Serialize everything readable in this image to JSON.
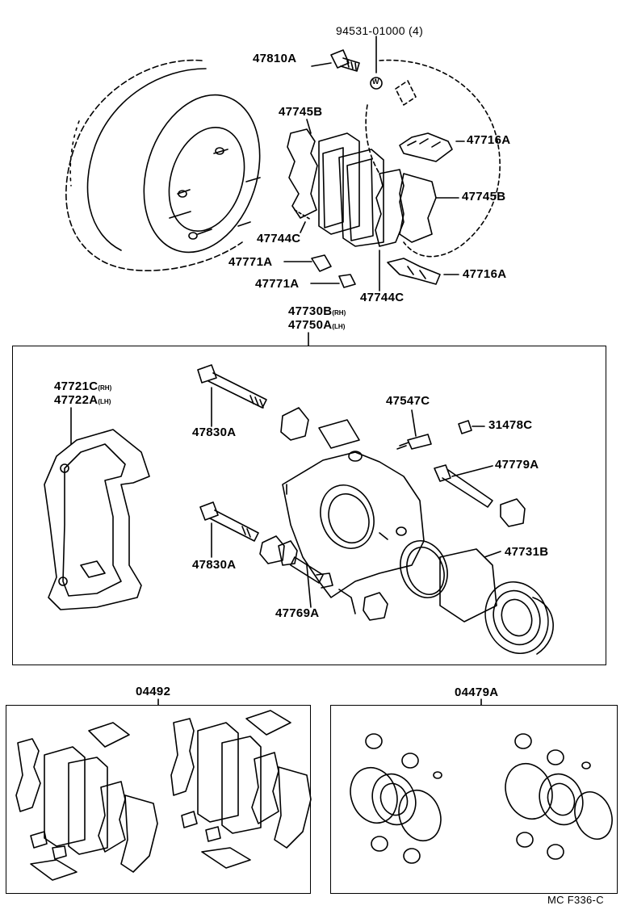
{
  "top_labels": {
    "bolt_washer": "94531-01000",
    "bolt_washer_qty": "(4)",
    "bolt": "47810A",
    "shim_outer": "47745B",
    "clip_upper": "47716A",
    "shim_inner": "47745B",
    "pad_left": "47744C",
    "pad_right": "47744C",
    "clip_lower": "47716A",
    "indicator_1": "47771A",
    "indicator_2": "47771A",
    "washer_mark": "W"
  },
  "caliper_assembly": {
    "part_rh": "47730B",
    "part_rh_side": "(RH)",
    "part_lh": "47750A",
    "part_lh_side": "(LH)"
  },
  "caliper_labels": {
    "mount_rh": "47721C",
    "mount_rh_side": "(RH)",
    "mount_lh": "47722A",
    "mount_lh_side": "(LH)",
    "bolt_upper": "47830A",
    "bolt_lower": "47830A",
    "bleeder": "47547C",
    "cap": "31478C",
    "pin": "47779A",
    "piston": "47731B",
    "boot": "47769A"
  },
  "kits": {
    "pad_kit": "04492",
    "seal_kit": "04479A"
  },
  "figure_code": "MC F336-C"
}
